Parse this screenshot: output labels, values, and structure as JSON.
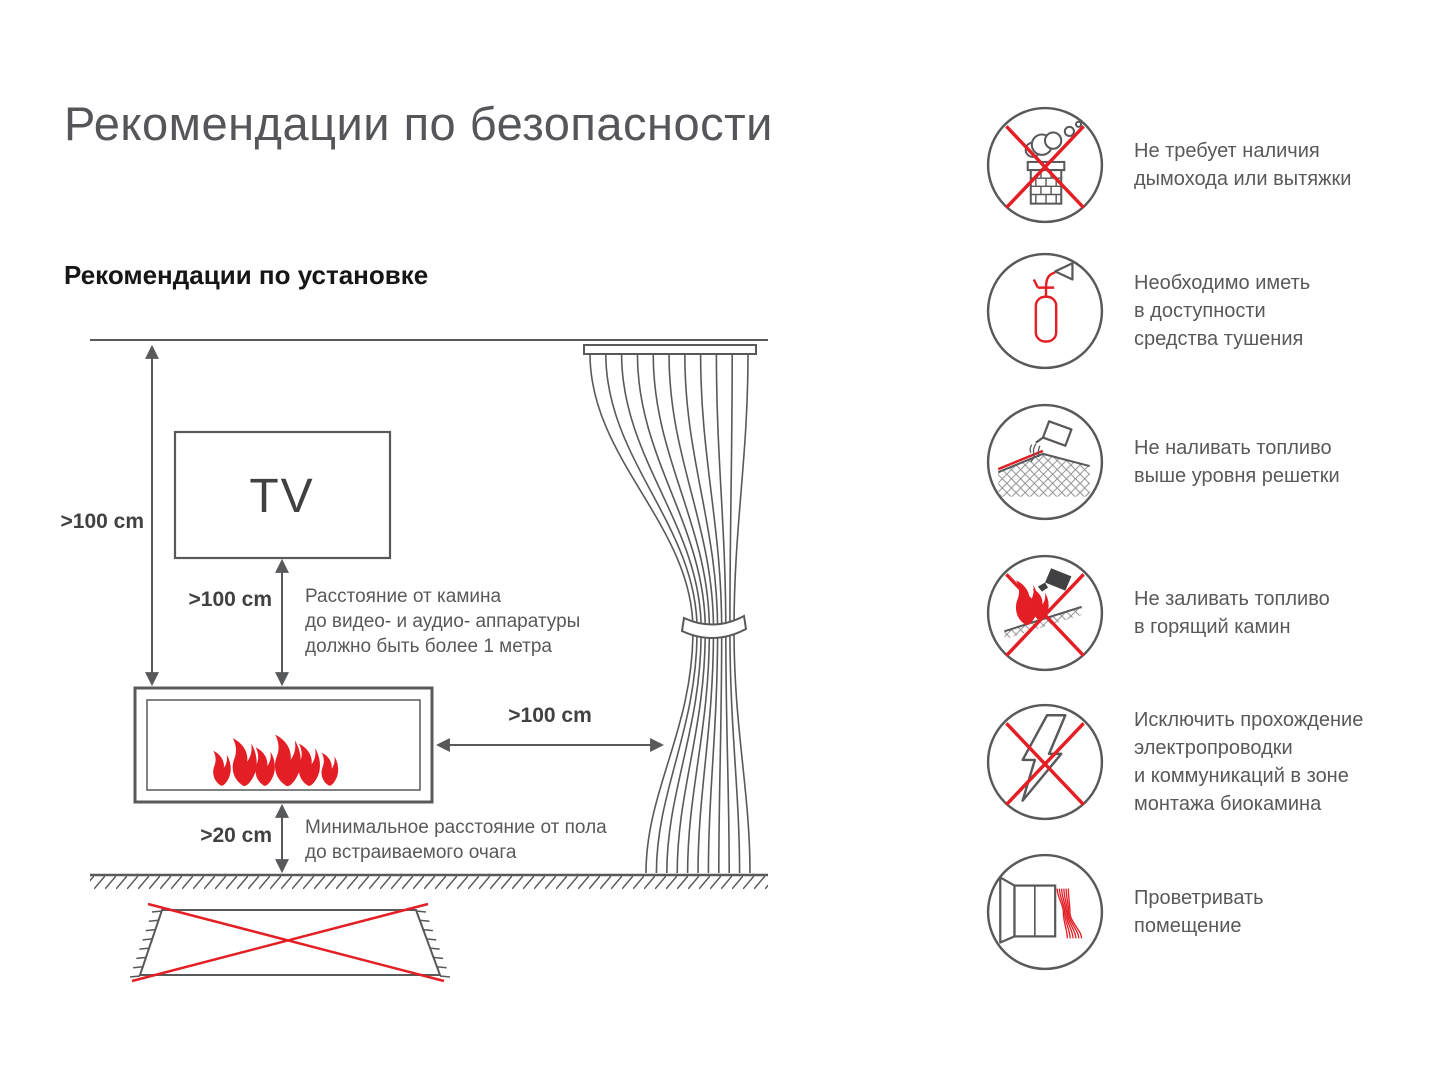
{
  "page": {
    "title": "Рекомендации по безопасности",
    "subtitle": "Рекомендации по установке"
  },
  "colors": {
    "outline_gray": "#58595B",
    "accent_red": "#E31E24",
    "dark_text": "#414042"
  },
  "diagram": {
    "tv_label": "TV",
    "dimensions": {
      "ceiling_to_fireplace": ">100 cm",
      "tv_to_fireplace": ">100 cm",
      "fireplace_to_curtain": ">100 cm",
      "floor_to_fireplace": ">20 cm"
    },
    "notes": {
      "equipment": [
        "Расстояние от камина",
        "до видео- и аудио- аппаратуры",
        "должно быть более 1 метра"
      ],
      "floor": [
        "Минимальное расстояние от пола",
        "до встраиваемого очага"
      ]
    }
  },
  "safety_items": [
    {
      "icon": "no-chimney-icon",
      "lines": [
        "Не требует наличия",
        "дымохода или вытяжки"
      ]
    },
    {
      "icon": "fire-extinguisher-icon",
      "lines": [
        "Необходимо иметь",
        "в доступности",
        "средства тушения"
      ]
    },
    {
      "icon": "fuel-level-icon",
      "lines": [
        "Не наливать топливо",
        "выше уровня решетки"
      ]
    },
    {
      "icon": "no-refuel-burning-icon",
      "lines": [
        "Не заливать топливо",
        "в горящий камин"
      ]
    },
    {
      "icon": "no-wiring-icon",
      "lines": [
        "Исключить прохождение",
        "электропроводки",
        "и коммуникаций в зоне",
        "монтажа биокамина"
      ]
    },
    {
      "icon": "ventilate-room-icon",
      "lines": [
        "Проветривать",
        "помещение"
      ]
    }
  ]
}
